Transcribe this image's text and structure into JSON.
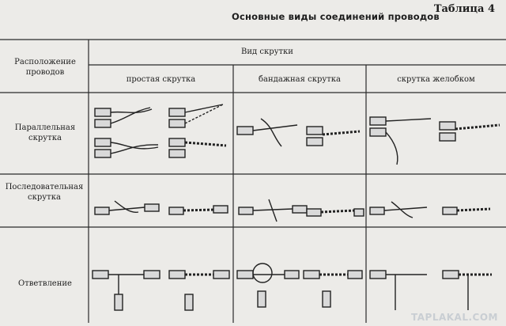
{
  "table_label": "Таблица 4",
  "title": "Основные виды соединений проводов",
  "header": {
    "position_label": "Расположение проводов",
    "group_label": "Вид скрутки",
    "columns": [
      "простая скрутка",
      "бандажная скрутка",
      "скрутка желобком"
    ]
  },
  "rows": [
    "Параллельная скрутка",
    "Последовательная скрутка",
    "Ответвление"
  ],
  "watermark": "TAPLAKAL.COM"
}
